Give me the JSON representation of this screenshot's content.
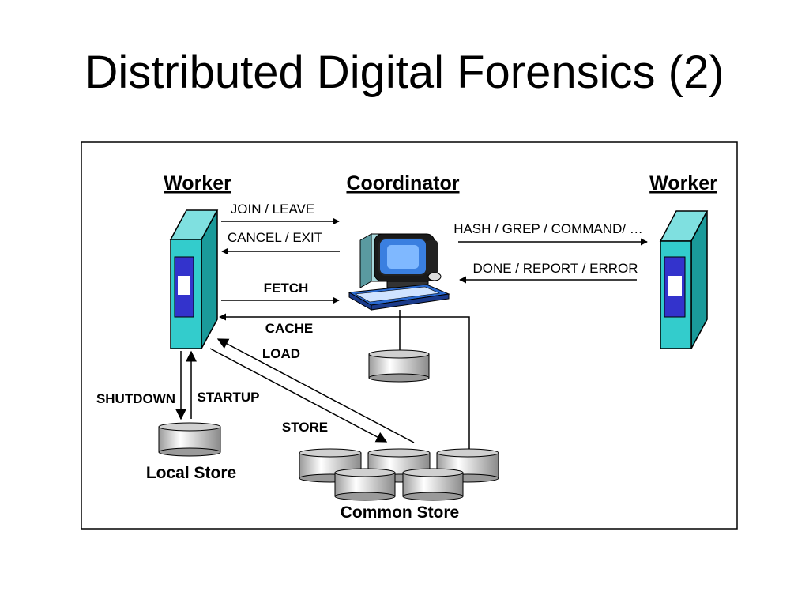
{
  "slide": {
    "title": "Distributed Digital Forensics (2)"
  },
  "nodes": {
    "worker_left": "Worker",
    "coordinator": "Coordinator",
    "worker_right": "Worker",
    "local_store": "Local Store",
    "common_store": "Common Store"
  },
  "messages": {
    "join_leave": "JOIN / LEAVE",
    "cancel_exit": "CANCEL / EXIT",
    "fetch": "FETCH",
    "cache": "CACHE",
    "load": "LOAD",
    "store": "STORE",
    "shutdown": "SHUTDOWN",
    "startup": "STARTUP",
    "hash_grep": "HASH / GREP / COMMAND/ …",
    "done_report": "DONE / REPORT / ERROR"
  },
  "colors": {
    "worker_body": "#33cccc",
    "worker_panel": "#3333cc",
    "disk": "#c8c8c8",
    "line": "#000000"
  }
}
